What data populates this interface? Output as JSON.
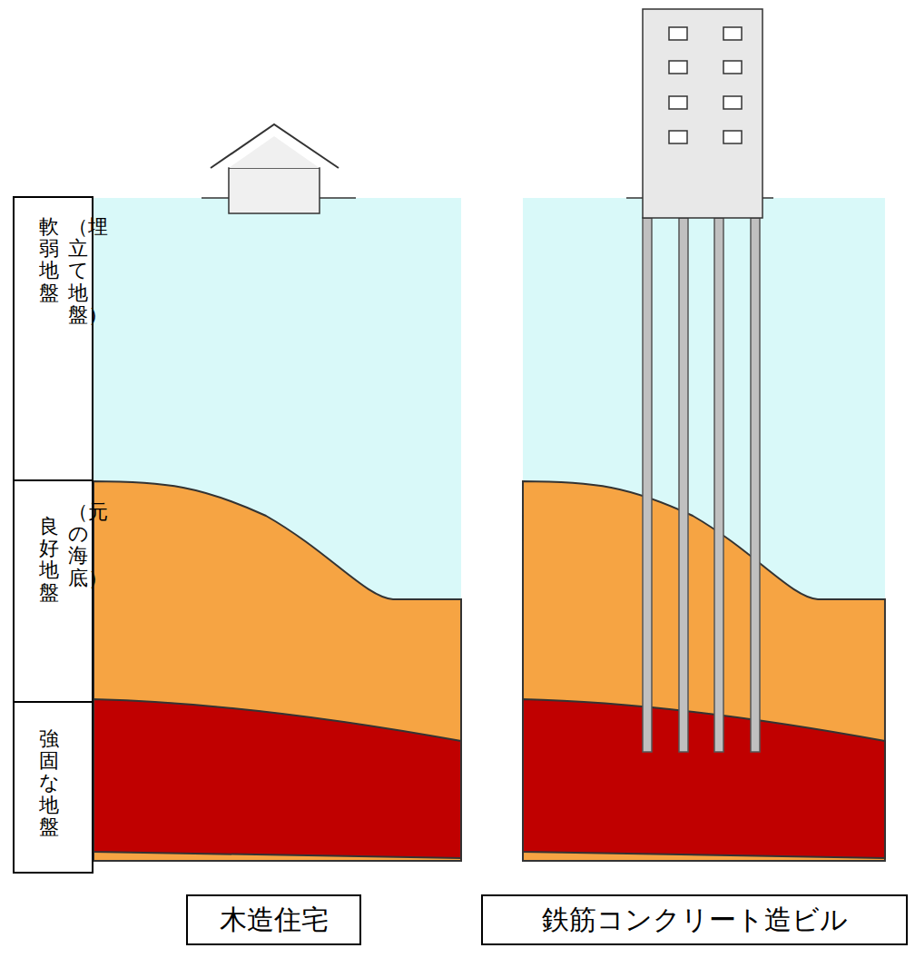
{
  "diagram": {
    "nodes": [
      {
        "text": [
          "軟弱地盤",
          "（埋立て地盤）"
        ]
      },
      {
        "text": [
          "良好地盤",
          "（元の海底）"
        ]
      },
      {
        "text": [
          "強固な地盤"
        ]
      },
      {
        "text": [
          "木造住宅"
        ]
      },
      {
        "text": [
          "鉄筋コンクリート造ビル"
        ]
      }
    ]
  }
}
